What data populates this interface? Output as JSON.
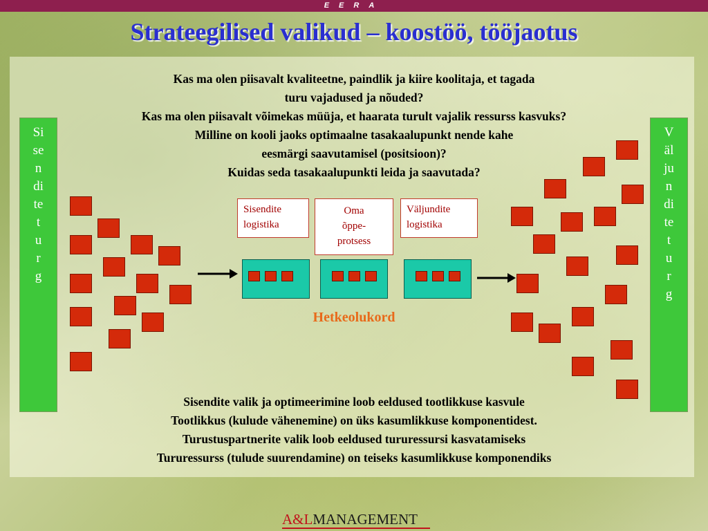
{
  "header": {
    "brand": "EERA"
  },
  "title": "Strateegilised valikud – koostöö, tööjaotus",
  "questions": [
    "Kas ma olen piisavalt kvaliteetne, paindlik ja kiire koolitaja, et tagada",
    "turu vajadused ja nõuded?",
    "Kas ma olen piisavalt võimekas müüja, et haarata turult vajalik ressurss kasvuks?",
    "Milline on kooli jaoks optimaalne tasakaalupunkt nende kahe",
    "eesmärgi saavutamisel (positsioon)?",
    "Kuidas seda tasakaalupunkti leida ja saavutada?"
  ],
  "left_market": {
    "lines": [
      "Si",
      "se",
      "n",
      "di",
      "te",
      "t",
      "u",
      "r",
      "g"
    ]
  },
  "right_market": {
    "lines": [
      "V",
      "äl",
      "ju",
      "n",
      "di",
      "te",
      "t",
      "u",
      "r",
      "g"
    ]
  },
  "process_labels": {
    "input": [
      "Sisendite",
      "logistika"
    ],
    "own": [
      "Oma",
      "õppe-",
      "protsess"
    ],
    "output": [
      "Väljundite",
      "logistika"
    ]
  },
  "status_label": "Hetkeolukord",
  "conclusions": [
    "Sisendite valik ja optimeerimine loob eeldused tootlikkuse kasvule",
    "Tootlikkus (kulude vähenemine) on üks kasumlikkuse komponentidest.",
    "Turustuspartnerite valik loob eeldused tururessursi kasvatamiseks",
    "Tururessurss (tulude suurendamine) on teiseks kasumlikkuse komponendiks"
  ],
  "footer": {
    "brand_accent": "A&L",
    "brand_main": "MANAGEMENT"
  },
  "colors": {
    "topbar": "#8e1f4e",
    "title": "#2a2fd0",
    "market": "#3ec83a",
    "square": "#d42a0a",
    "process_box": "#1bc9a8",
    "status": "#e86a1a",
    "label_text": "#a10000"
  }
}
